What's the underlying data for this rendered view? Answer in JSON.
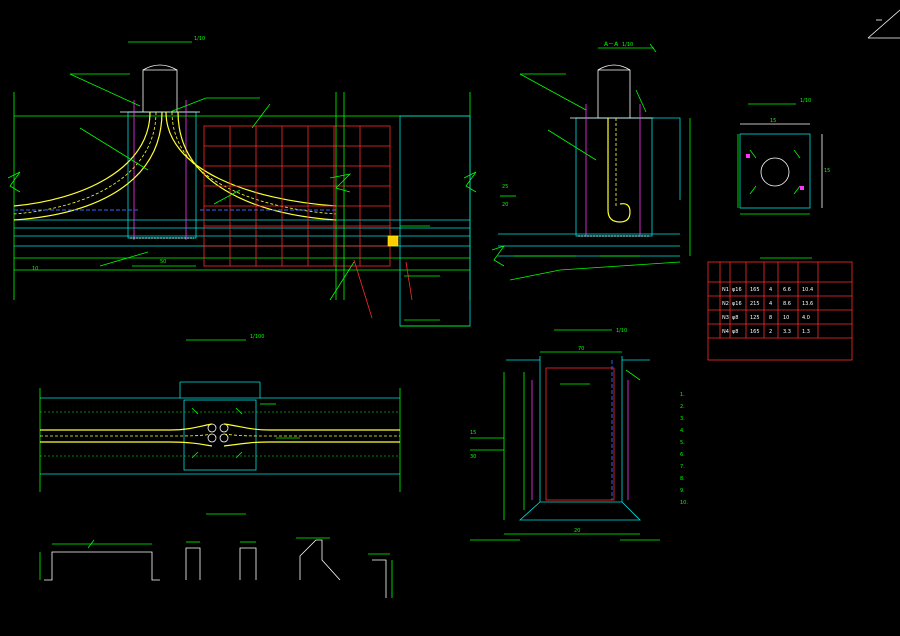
{
  "titles": {
    "elevation_main": "",
    "section_aa": "A－A",
    "plan_view": "",
    "anchor_plate": "",
    "table": "",
    "rebar_section": "",
    "steel_shapes": "",
    "notes": ""
  },
  "scale_labels": {
    "s1": "1/10",
    "s2": "1/10",
    "s3": "1/100",
    "s4": "1/10",
    "s5": "1/10"
  },
  "dimensions": {
    "d1": "15",
    "d2": "15",
    "d3": "50",
    "d4": "10",
    "d5": "25",
    "d6": "20",
    "d7": "70",
    "d8": "15",
    "d9": "30",
    "d10": "20"
  },
  "table": {
    "headers": [
      "",
      "",
      "",
      "",
      "",
      "",
      "",
      ""
    ],
    "rows": [
      [
        "N1",
        "φ16",
        "165",
        "4",
        "6.6",
        "10.4",
        ""
      ],
      [
        "N2",
        "φ16",
        "215",
        "4",
        "8.6",
        "13.6",
        ""
      ],
      [
        "N3",
        "φ8",
        "125",
        "8",
        "10",
        "4.0",
        ""
      ],
      [
        "N4",
        "φ8",
        "165",
        "2",
        "3.3",
        "1.3",
        ""
      ]
    ]
  },
  "notes": [
    "1.",
    "2.",
    "3.",
    "4.",
    "5.",
    "6.",
    "7.",
    "8.",
    "9.",
    "10."
  ]
}
